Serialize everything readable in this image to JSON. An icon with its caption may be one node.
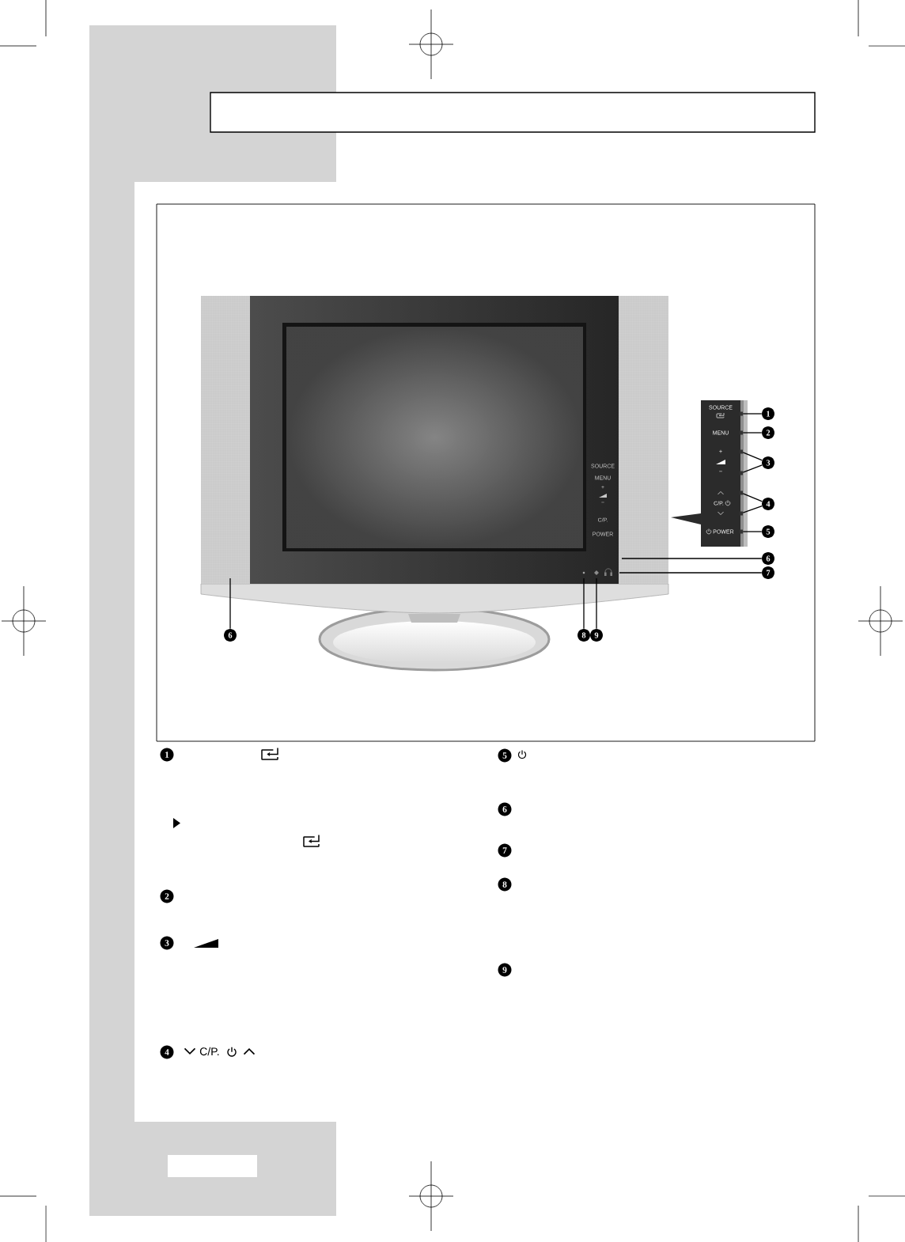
{
  "diagram": {
    "nodes": [
      {
        "text": [
          "1"
        ]
      },
      {
        "text": [
          "2"
        ]
      },
      {
        "text": [
          "3"
        ]
      },
      {
        "text": [
          "4"
        ]
      },
      {
        "text": [
          "5"
        ]
      },
      {
        "text": [
          "6"
        ]
      },
      {
        "text": [
          "7"
        ]
      },
      {
        "text": [
          "6"
        ]
      },
      {
        "text": [
          "8"
        ]
      },
      {
        "text": [
          "9"
        ]
      },
      {
        "text": [],
        "shape": "box"
      },
      {
        "text": [],
        "shape": "box"
      },
      {
        "text": [],
        "shape": "box"
      },
      {
        "text": [],
        "shape": "box"
      },
      {
        "text": [],
        "shape": "box"
      },
      {
        "text": [],
        "shape": "box"
      },
      {
        "text": [],
        "shape": "box"
      },
      {
        "text": [
          "1"
        ]
      },
      {
        "text": [
          "2"
        ]
      },
      {
        "text": [
          "3"
        ]
      },
      {
        "text": [
          "4"
        ]
      },
      {
        "text": [
          "5"
        ]
      },
      {
        "text": [
          "6"
        ]
      },
      {
        "text": [
          "7"
        ]
      },
      {
        "text": [
          "8"
        ]
      },
      {
        "text": [
          "9"
        ]
      }
    ],
    "edges": [
      {
        "from": 0,
        "to": 10,
        "arrow": "none"
      },
      {
        "from": 1,
        "to": 11,
        "arrow": "none"
      },
      {
        "from": 2,
        "to": 12,
        "arrow": "none"
      },
      {
        "from": 2,
        "to": 13,
        "arrow": "none"
      },
      {
        "from": 3,
        "to": 14,
        "arrow": "none"
      },
      {
        "from": 3,
        "to": 15,
        "arrow": "none"
      },
      {
        "from": 4,
        "to": 16,
        "arrow": "none"
      },
      {
        "from": 5,
        "to": null,
        "arrow": "none"
      },
      {
        "from": 6,
        "to": null,
        "arrow": "none"
      },
      {
        "from": 7,
        "to": null,
        "arrow": "none"
      },
      {
        "from": 8,
        "to": null,
        "arrow": "none"
      },
      {
        "from": 9,
        "to": null,
        "arrow": "none"
      }
    ],
    "labels": [
      "SOURCE",
      "MENU",
      "+",
      "−",
      "C/P.",
      "POWER",
      "SOURCE",
      "MENU",
      "+",
      "−",
      "C/P.",
      "POWER",
      "C/P."
    ]
  }
}
